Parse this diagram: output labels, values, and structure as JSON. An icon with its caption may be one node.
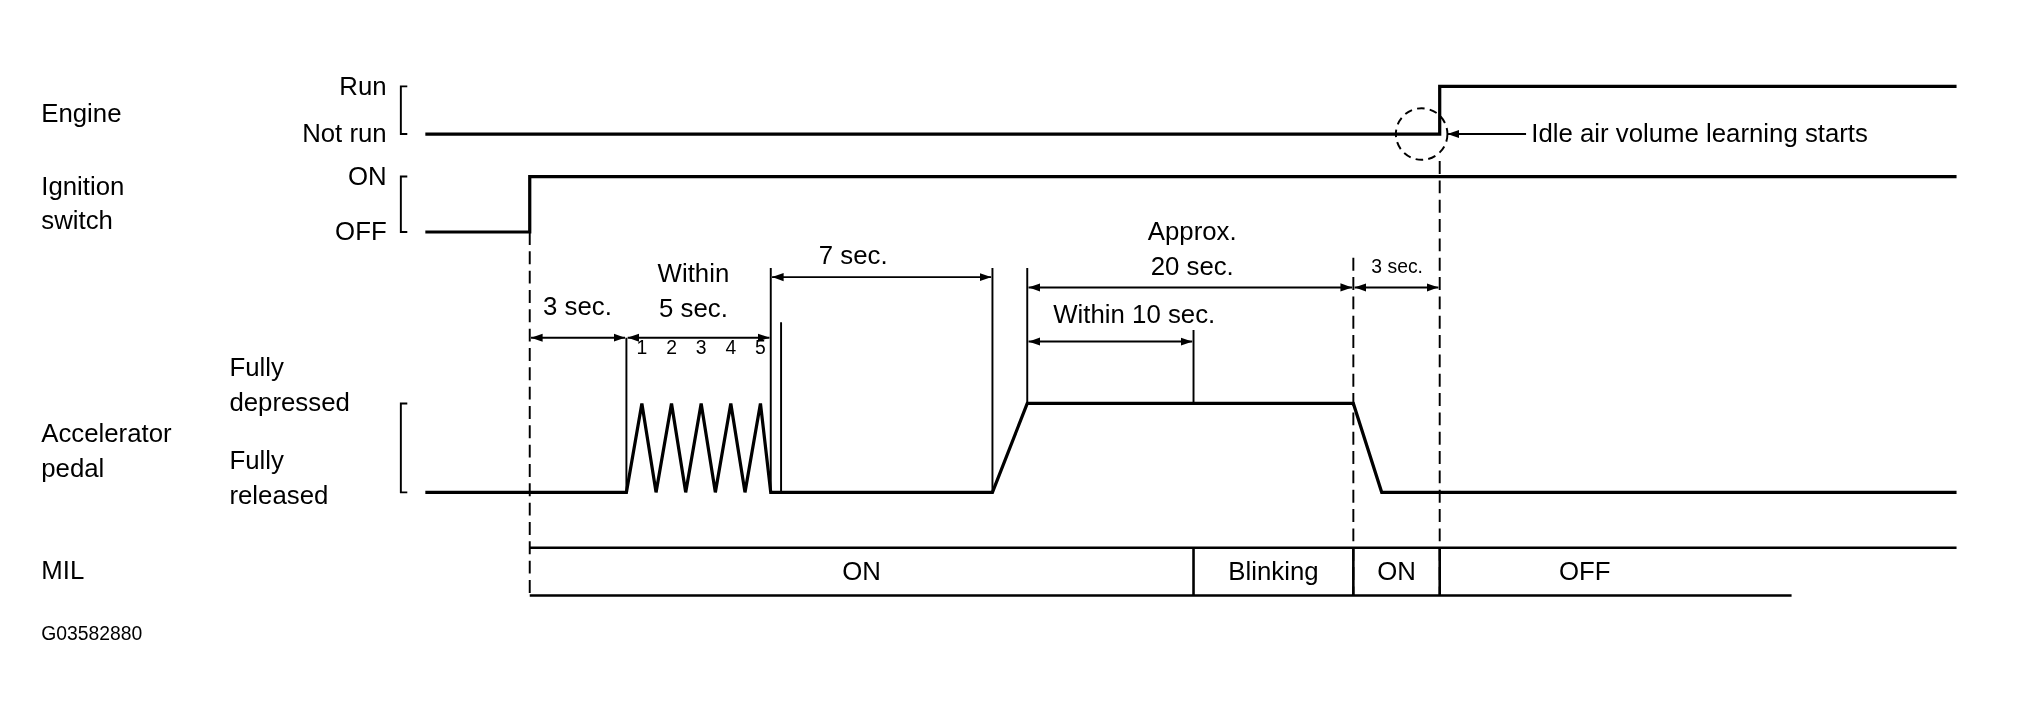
{
  "diagram": {
    "nodes": [
      {
        "text": [
          "Idle air volume learning starts"
        ]
      },
      {
        "text": [],
        "shape": "circle"
      },
      {
        "text": [
          "ON"
        ]
      },
      {
        "text": [
          "Blinking"
        ]
      },
      {
        "text": [
          "ON"
        ]
      },
      {
        "text": [
          "OFF"
        ]
      }
    ],
    "edges": [
      {
        "from": 0,
        "to": 1,
        "arrow": "to"
      }
    ],
    "labels": [
      "Engine",
      "Run",
      "Not run",
      "Ignition switch",
      "ON",
      "OFF",
      "3 sec.",
      "Within 5 sec.",
      "7 sec.",
      "Approx. 20 sec.",
      "3 sec.",
      "Within 10 sec.",
      "1",
      "2",
      "3",
      "4",
      "5",
      "Fully depressed",
      "Fully released",
      "Accelerator pedal",
      "MIL",
      "G03582880"
    ]
  }
}
